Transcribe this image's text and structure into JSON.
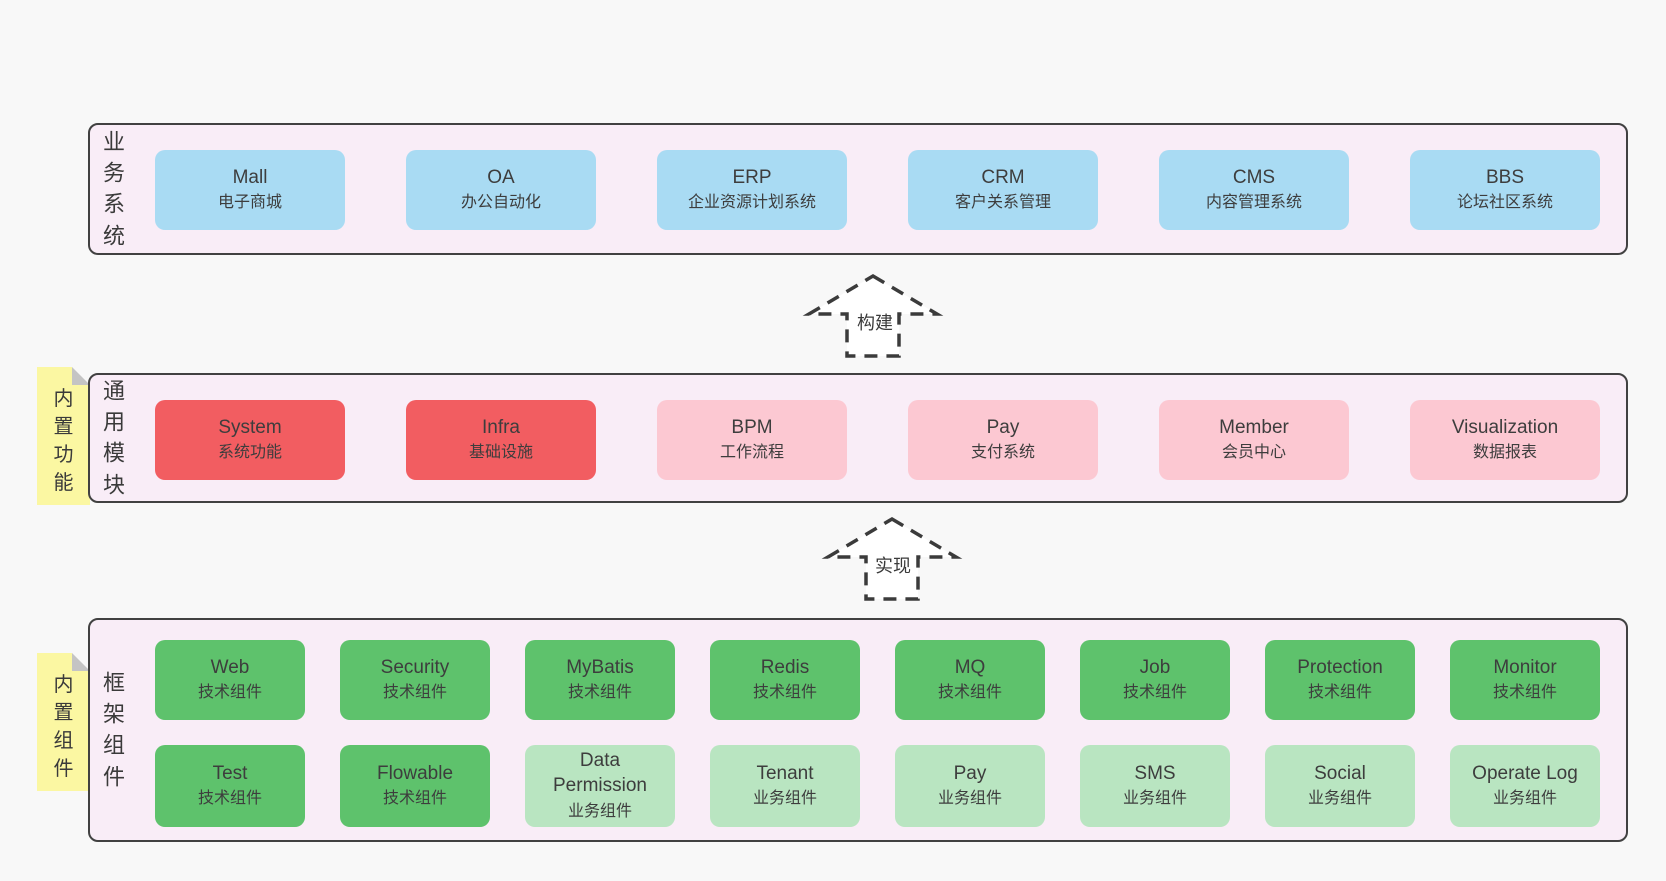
{
  "colors": {
    "page_bg": "#f8f8f8",
    "layer_bg": "#f9edf7",
    "layer_border": "#414141",
    "blue_box": "#a9dbf3",
    "red_box": "#f25d61",
    "pink_box": "#fcc8d2",
    "green_box": "#5ec26c",
    "lightgreen_box": "#b9e5c1",
    "sticky_yellow": "#fbf7a2",
    "text": "#3d3d3d"
  },
  "layers": {
    "business": {
      "label": "业务系统",
      "items": [
        {
          "name": "Mall",
          "desc": "电子商城",
          "variant": "blue"
        },
        {
          "name": "OA",
          "desc": "办公自动化",
          "variant": "blue"
        },
        {
          "name": "ERP",
          "desc": "企业资源计划系统",
          "variant": "blue"
        },
        {
          "name": "CRM",
          "desc": "客户关系管理",
          "variant": "blue"
        },
        {
          "name": "CMS",
          "desc": "内容管理系统",
          "variant": "blue"
        },
        {
          "name": "BBS",
          "desc": "论坛社区系统",
          "variant": "blue"
        }
      ]
    },
    "modules": {
      "label": "通用模块",
      "sticky": "内置功能",
      "items": [
        {
          "name": "System",
          "desc": "系统功能",
          "variant": "red"
        },
        {
          "name": "Infra",
          "desc": "基础设施",
          "variant": "red"
        },
        {
          "name": "BPM",
          "desc": "工作流程",
          "variant": "pink"
        },
        {
          "name": "Pay",
          "desc": "支付系统",
          "variant": "pink"
        },
        {
          "name": "Member",
          "desc": "会员中心",
          "variant": "pink"
        },
        {
          "name": "Visualization",
          "desc": "数据报表",
          "variant": "pink"
        }
      ]
    },
    "framework": {
      "label": "框架组件",
      "sticky": "内置组件",
      "rows": [
        [
          {
            "name": "Web",
            "desc": "技术组件",
            "variant": "green"
          },
          {
            "name": "Security",
            "desc": "技术组件",
            "variant": "green"
          },
          {
            "name": "MyBatis",
            "desc": "技术组件",
            "variant": "green"
          },
          {
            "name": "Redis",
            "desc": "技术组件",
            "variant": "green"
          },
          {
            "name": "MQ",
            "desc": "技术组件",
            "variant": "green"
          },
          {
            "name": "Job",
            "desc": "技术组件",
            "variant": "green"
          },
          {
            "name": "Protection",
            "desc": "技术组件",
            "variant": "green"
          },
          {
            "name": "Monitor",
            "desc": "技术组件",
            "variant": "green"
          }
        ],
        [
          {
            "name": "Test",
            "desc": "技术组件",
            "variant": "green"
          },
          {
            "name": "Flowable",
            "desc": "技术组件",
            "variant": "green"
          },
          {
            "name": "Data Permission",
            "desc": "业务组件",
            "variant": "lightgreen"
          },
          {
            "name": "Tenant",
            "desc": "业务组件",
            "variant": "lightgreen"
          },
          {
            "name": "Pay",
            "desc": "业务组件",
            "variant": "lightgreen"
          },
          {
            "name": "SMS",
            "desc": "业务组件",
            "variant": "lightgreen"
          },
          {
            "name": "Social",
            "desc": "业务组件",
            "variant": "lightgreen"
          },
          {
            "name": "Operate Log",
            "desc": "业务组件",
            "variant": "lightgreen"
          }
        ]
      ]
    }
  },
  "arrows": {
    "build": {
      "label": "构建"
    },
    "implement": {
      "label": "实现"
    }
  }
}
